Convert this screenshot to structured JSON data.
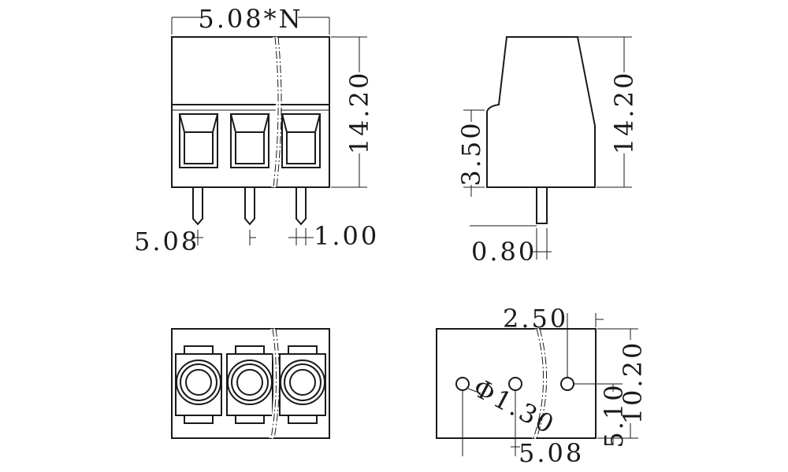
{
  "drawing": {
    "front_view": {
      "pitch_total_label": "5.08*N",
      "height_label": "14.20",
      "pitch_label": "5.08",
      "pin_width_label": "1.00"
    },
    "side_view": {
      "height_label": "14.20",
      "step_label": "3.50",
      "pin_thickness_label": "0.80"
    },
    "top_view": {},
    "footprint_view": {
      "offset_label": "2.50",
      "hole_diameter_label": "Φ1.30",
      "pitch_label": "5.08",
      "depth_label": "10.20",
      "row_offset_label": "5.10"
    }
  }
}
